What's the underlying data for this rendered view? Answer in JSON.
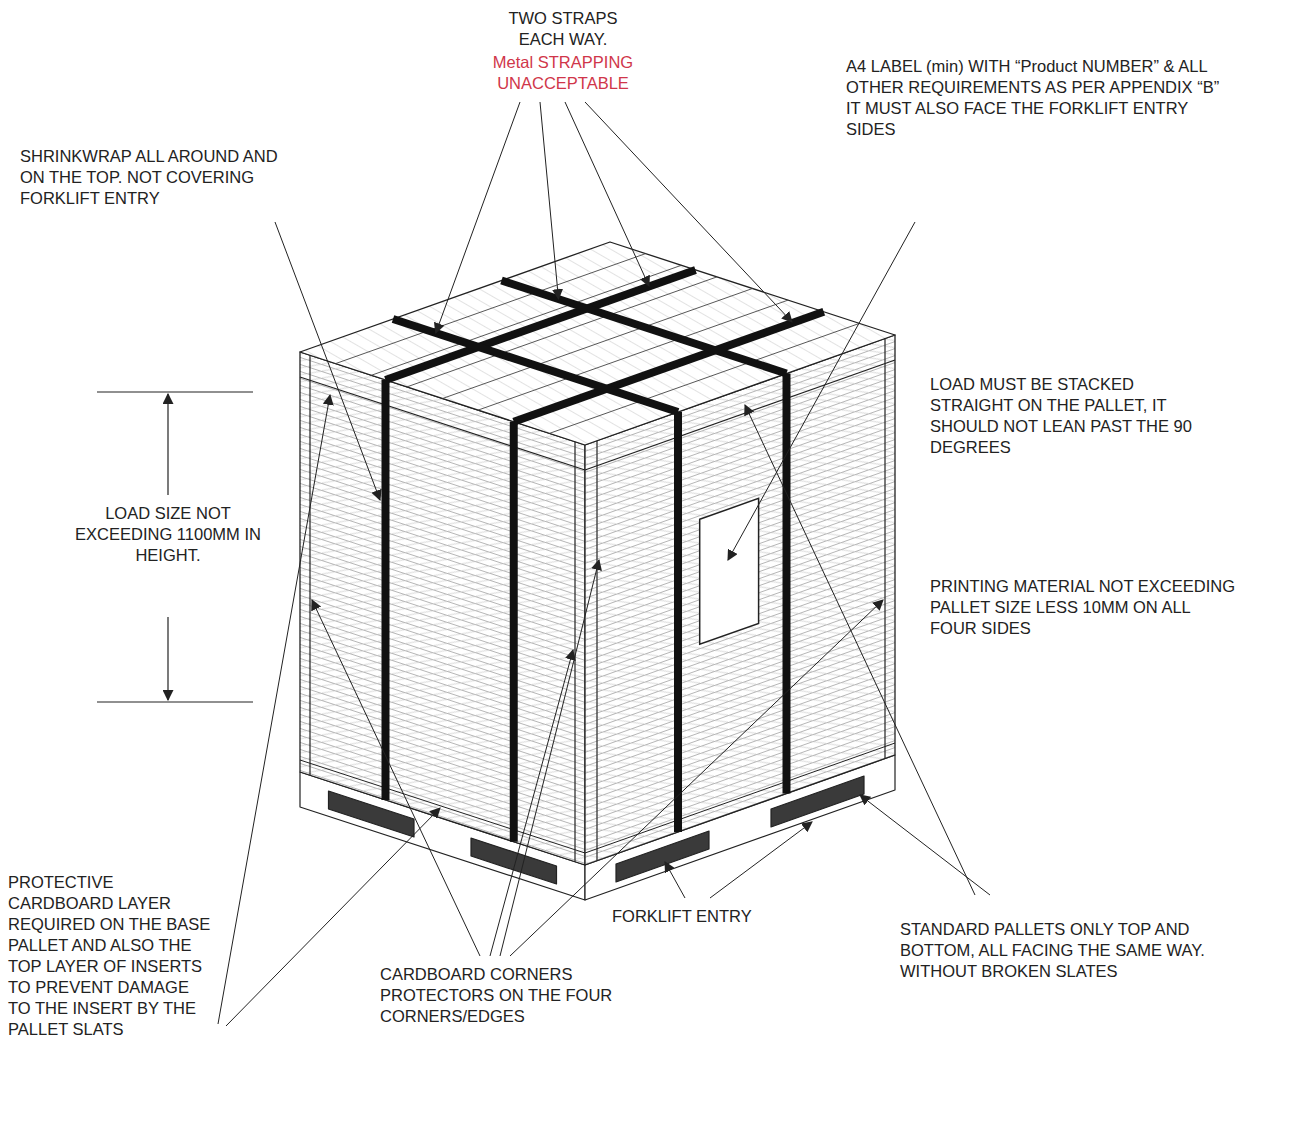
{
  "diagram": {
    "labels": [
      "TWO STRAPS EACH WAY.",
      "Metal STRAPPING UNACCEPTABLE",
      "SHRINKWRAP ALL AROUND AND ON THE TOP. NOT COVERING FORKLIFT ENTRY",
      "A4 LABEL (min) WITH “Product NUMBER” & ALL OTHER REQUIREMENTS AS PER APPENDIX “B” IT MUST ALSO FACE THE FORKLIFT ENTRY SIDES",
      "LOAD SIZE NOT EXCEEDING 1100MM IN HEIGHT.",
      "LOAD MUST BE STACKED STRAIGHT ON THE PALLET, IT SHOULD NOT LEAN PAST THE 90 DEGREES",
      "PRINTING MATERIAL NOT EXCEEDING PALLET SIZE LESS 10MM ON ALL FOUR SIDES",
      "PROTECTIVE CARDBOARD LAYER REQUIRED ON THE BASE PALLET AND ALSO THE TOP LAYER OF INSERTS TO PREVENT DAMAGE TO THE INSERT BY THE PALLET SLATS",
      "CARDBOARD CORNERS PROTECTORS ON THE FOUR CORNERS/EDGES",
      "FORKLIFT ENTRY",
      "STANDARD PALLETS ONLY TOP AND BOTTOM, ALL FACING THE SAME WAY. WITHOUT BROKEN SLATES"
    ]
  }
}
